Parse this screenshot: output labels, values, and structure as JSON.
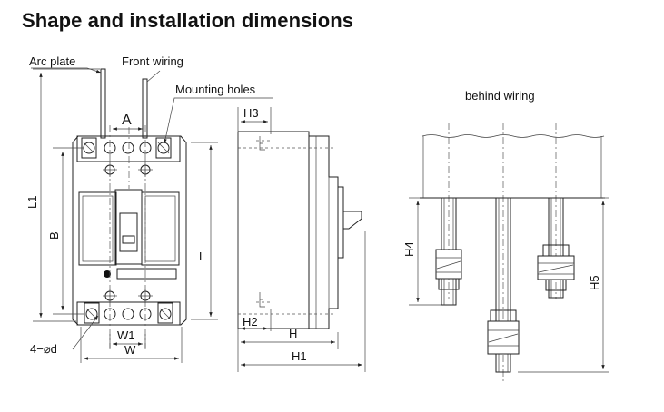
{
  "title": "Shape and installation dimensions",
  "front_view": {
    "callouts": {
      "arc_plate": "Arc plate",
      "front_wiring": "Front wiring",
      "mounting_holes": "Mounting holes"
    },
    "dims": {
      "A": "A",
      "L1": "L1",
      "B": "B",
      "L": "L",
      "W1": "W1",
      "W": "W",
      "holes": "4−⌀d"
    }
  },
  "side_view": {
    "dims": {
      "H3": "H3",
      "H2": "H2",
      "H": "H",
      "H1": "H1"
    }
  },
  "behind_view": {
    "label": "behind wiring",
    "dims": {
      "H4": "H4",
      "H5": "H5"
    }
  }
}
